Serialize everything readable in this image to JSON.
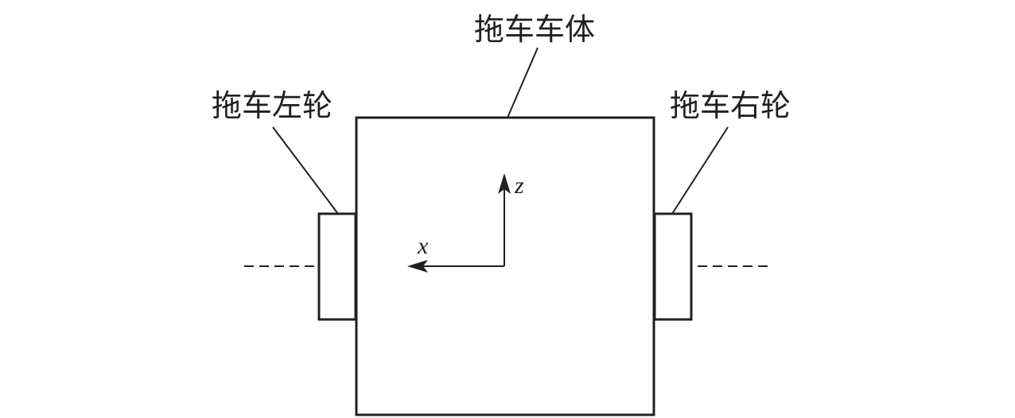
{
  "labels": {
    "body": "拖车车体",
    "left_wheel": "拖车左轮",
    "right_wheel": "拖车右轮"
  },
  "axes": {
    "x": "x",
    "z": "z"
  },
  "colors": {
    "stroke": "#231f20",
    "background": "#ffffff"
  }
}
